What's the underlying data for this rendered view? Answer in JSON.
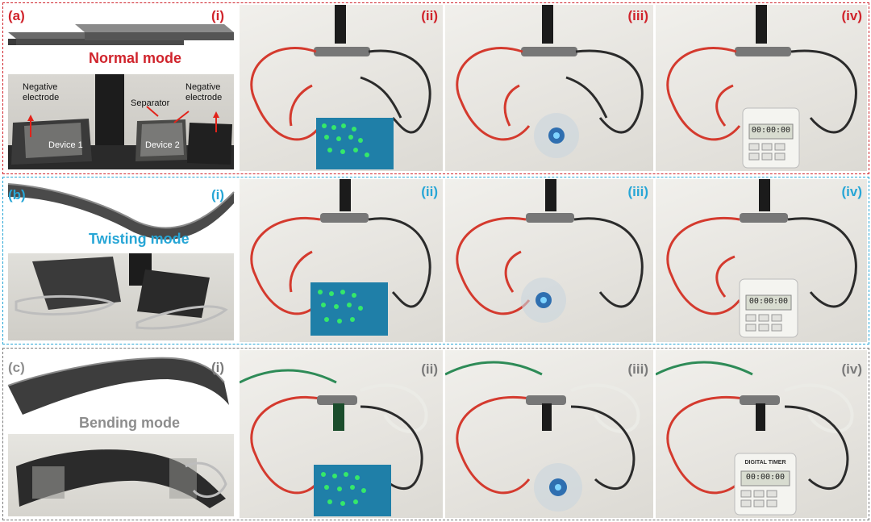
{
  "colors": {
    "row_a": "#d0242c",
    "row_b": "#27a6d6",
    "row_c": "#7a7a7a",
    "wire_red": "#d43a2e",
    "wire_black": "#2b2b2b",
    "wire_green": "#2e8b57",
    "led": "#35e86a"
  },
  "rows": [
    {
      "label": "(a)",
      "mode": "Normal mode",
      "panels": [
        "(i)",
        "(ii)",
        "(iii)",
        "(iv)"
      ]
    },
    {
      "label": "(b)",
      "mode": "Twisting mode",
      "panels": [
        "(i)",
        "(ii)",
        "(iii)",
        "(iv)"
      ]
    },
    {
      "label": "(c)",
      "mode": "Bending mode",
      "panels": [
        "(i)",
        "(ii)",
        "(iii)",
        "(iv)"
      ]
    }
  ],
  "annotations": {
    "negative_electrode_1": "Negative\nelectrode",
    "negative_electrode_2": "Negative\nelectrode",
    "separator": "Separator",
    "device_1": "Device 1",
    "device_2": "Device 2"
  },
  "timer": {
    "brand": "DIGITAL TIMER",
    "display": "00:00:00"
  }
}
